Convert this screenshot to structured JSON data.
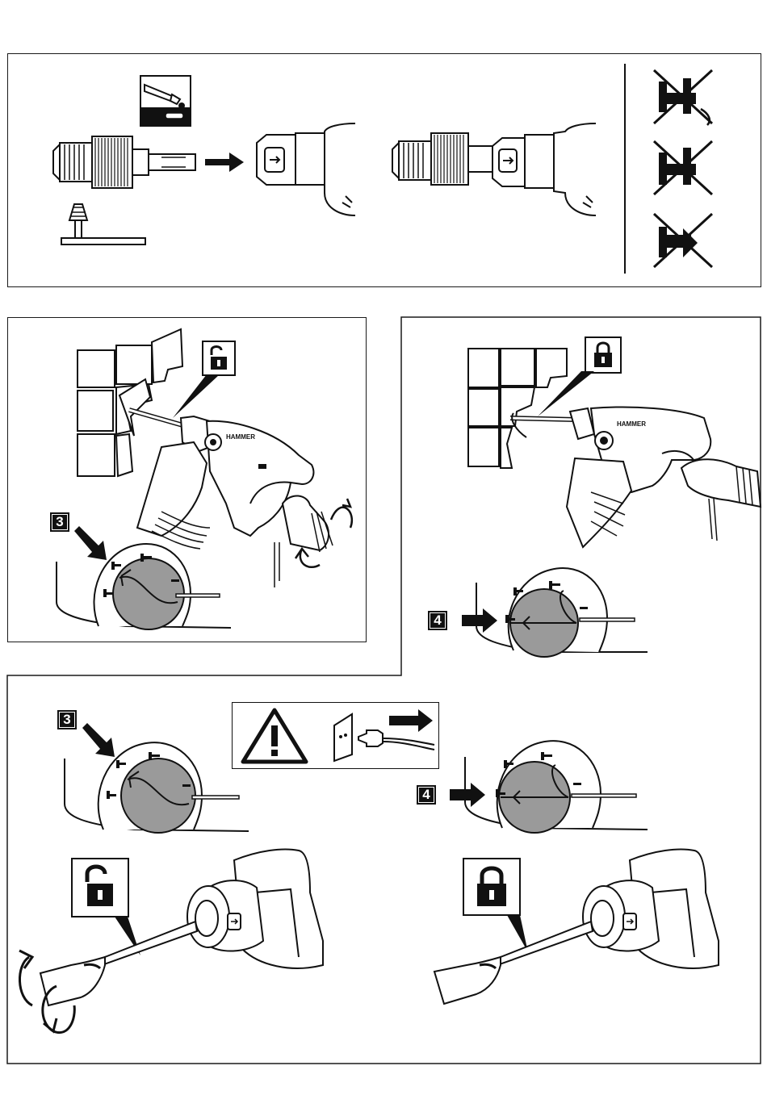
{
  "steps": {
    "step3_upper": "3",
    "step4_upper": "4",
    "step3_lower": "3",
    "step4_lower": "4"
  },
  "tool_label": "HAMMER",
  "icons": {
    "grease_tube": "grease-icon",
    "chuck_key": "chuck-key-icon",
    "prohibited_modes": [
      "no-drill-rotation-icon",
      "no-hammer-drill-icon",
      "no-chisel-icon"
    ],
    "lock_open": "lock-open-icon",
    "lock_closed": "lock-closed-icon",
    "warning": "warning-triangle-icon",
    "unplug": "unplug-icon"
  },
  "colors": {
    "ink": "#111111",
    "dial_gray": "#9a9a9a",
    "background": "#ffffff"
  }
}
